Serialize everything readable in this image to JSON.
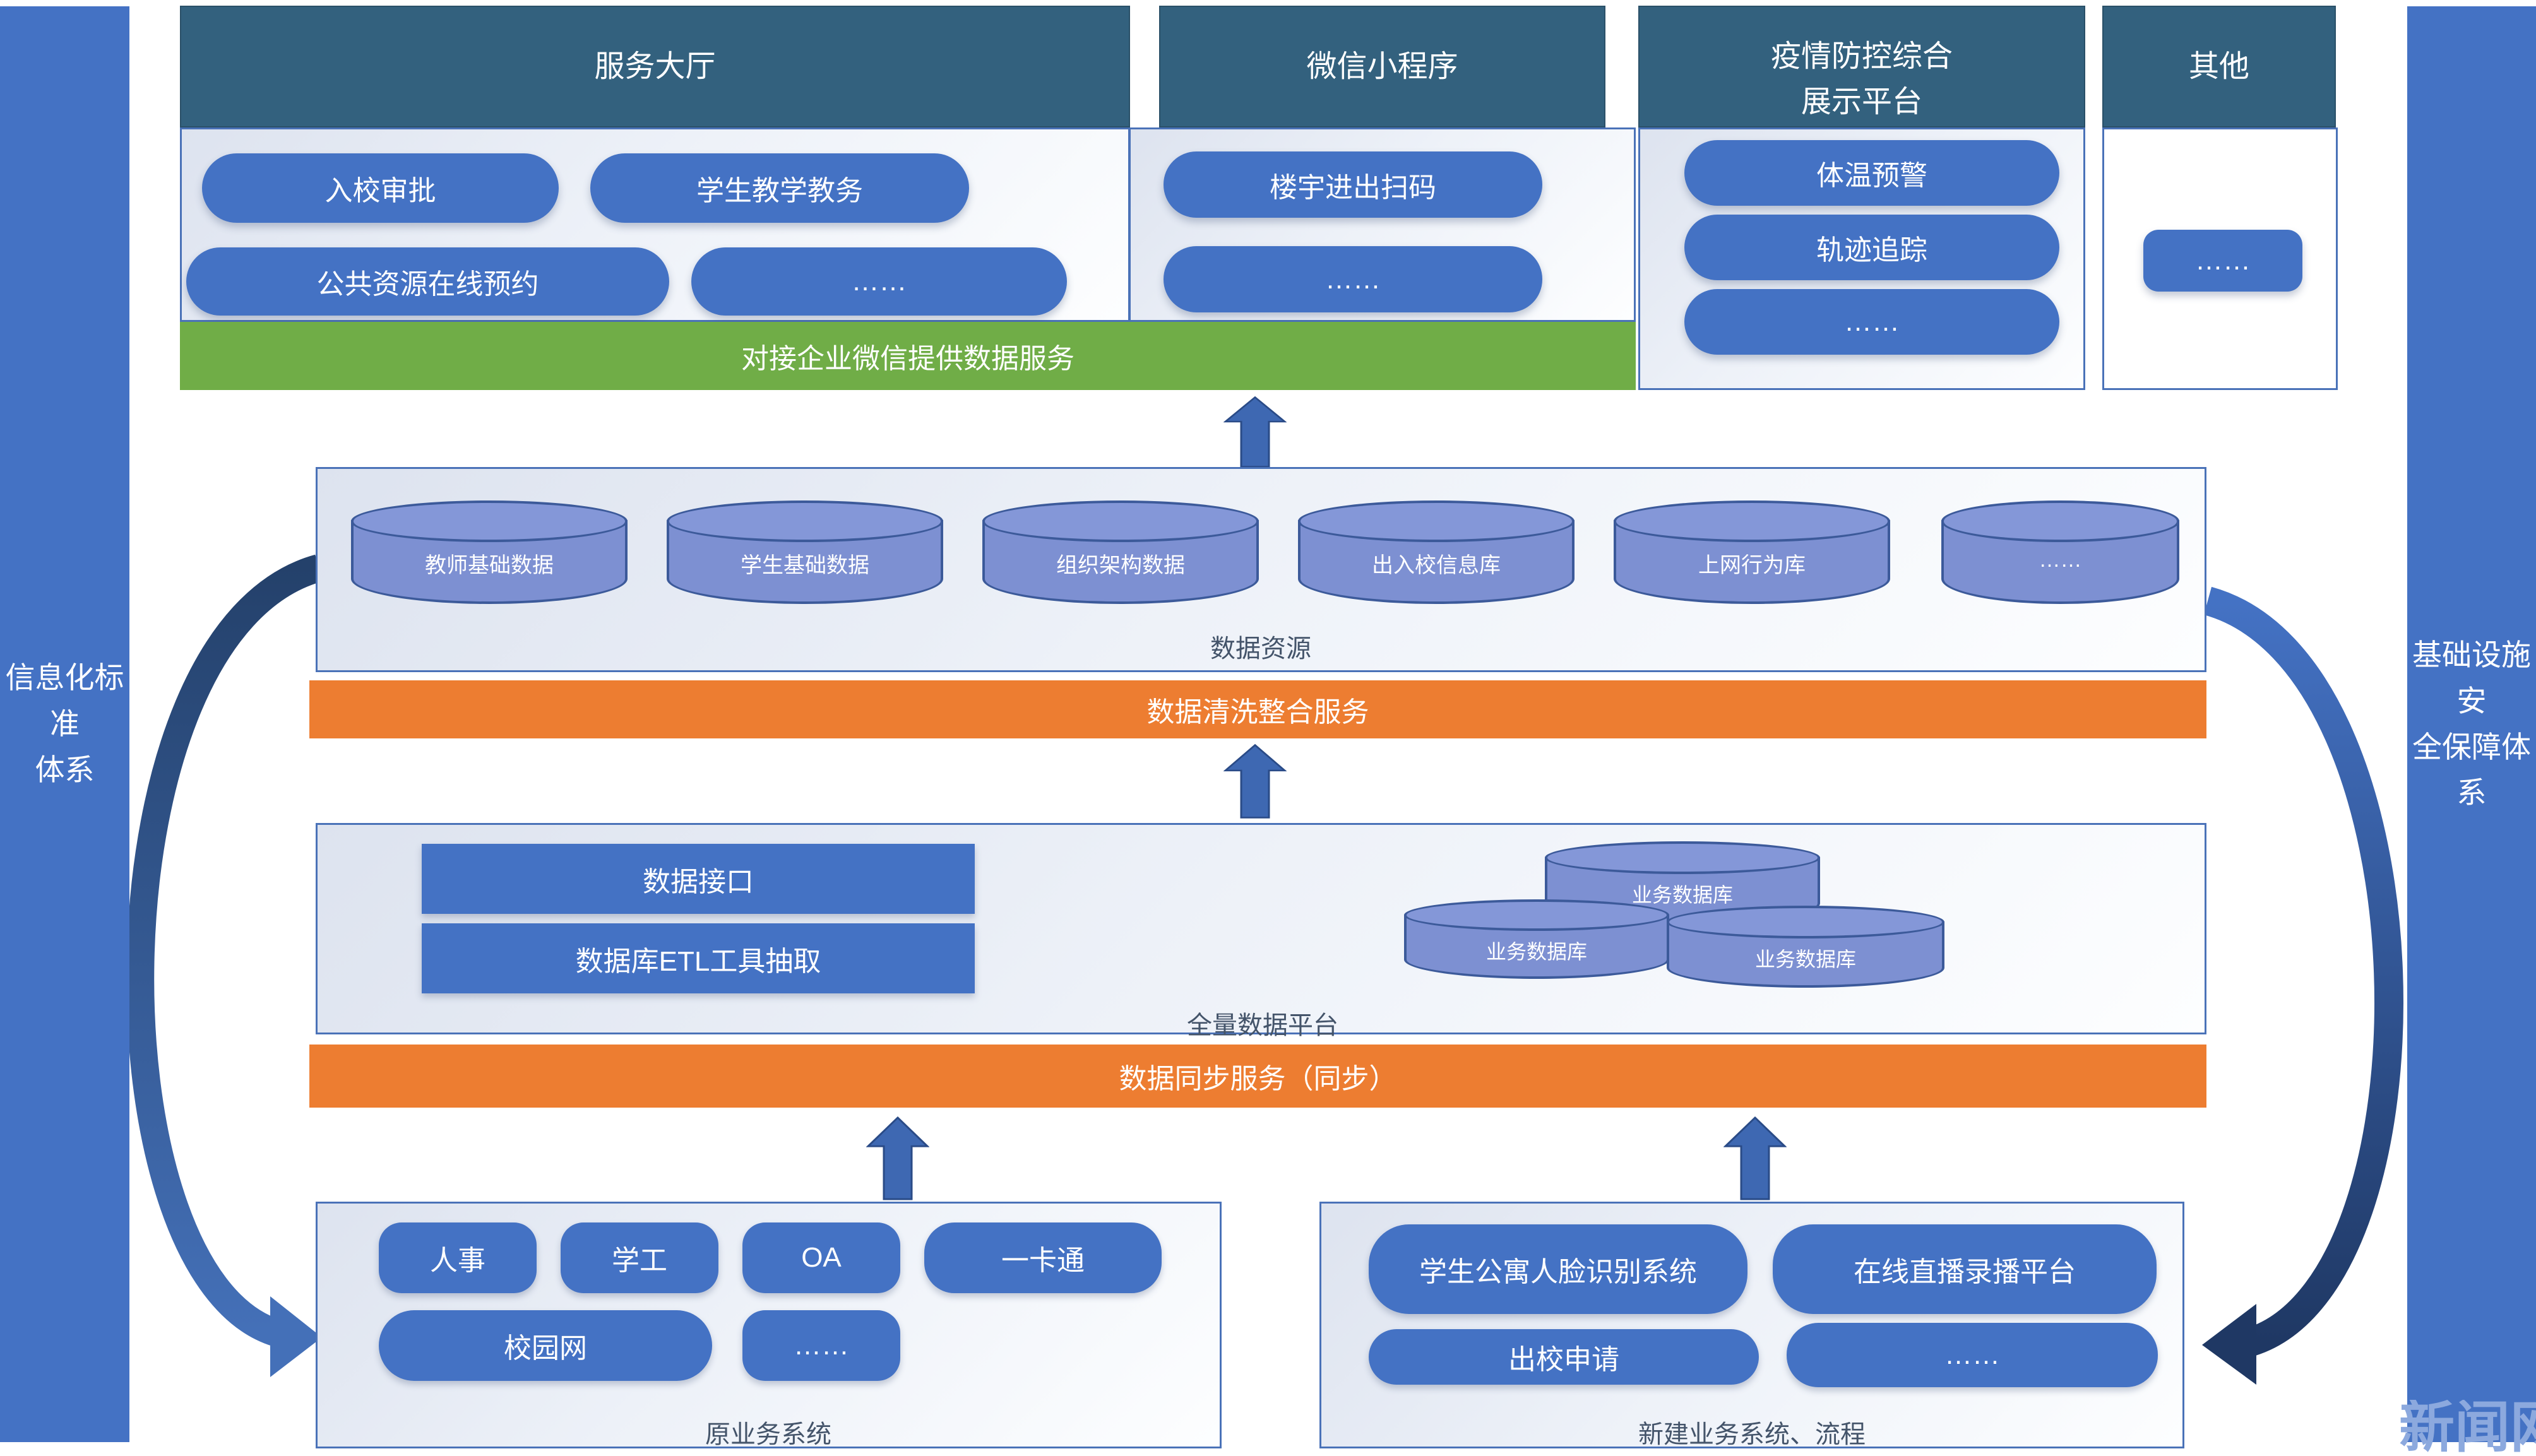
{
  "colors": {
    "teal_header": "#33617E",
    "pill_blue": "#4472C4",
    "cylinder_blue": "#7D90D2",
    "green_bar": "#70AD47",
    "orange_bar": "#ED7D31",
    "sidebar_blue": "#4472C4",
    "arrow_blue": "#3E68B2",
    "arc_dark_navy": "#1F3864",
    "label_dark": "#44546A",
    "watermark_blue": "#8CA9DE"
  },
  "sidebars": {
    "left": {
      "line1": "信息化标准",
      "line2": "体系"
    },
    "right": {
      "line1": "基础设施安",
      "line2": "全保障体系"
    }
  },
  "watermark": "新闻网",
  "top": {
    "service_hall": {
      "title": "服务大厅",
      "pills": [
        "入校审批",
        "学生教学教务",
        "公共资源在线预约",
        "……"
      ]
    },
    "wechat_mini": {
      "title": "微信小程序",
      "pills": [
        "楼宇进出扫码",
        "……"
      ]
    },
    "epidemic": {
      "title_line1": "疫情防控综合",
      "title_line2": "展示平台",
      "pills": [
        "体温预警",
        "轨迹追踪",
        "……"
      ]
    },
    "other": {
      "title": "其他",
      "pills": [
        "……"
      ]
    },
    "green_bar": "对接企业微信提供数据服务"
  },
  "data_resources": {
    "label": "数据资源",
    "cylinders": [
      "教师基础数据",
      "学生基础数据",
      "组织架构数据",
      "出入校信息库",
      "上网行为库",
      "……"
    ]
  },
  "cleaning_bar": "数据清洗整合服务",
  "full_data_platform": {
    "label": "全量数据平台",
    "rects": [
      "数据接口",
      "数据库ETL工具抽取"
    ],
    "cylinders": [
      "业务数据库",
      "业务数据库",
      "业务数据库"
    ]
  },
  "sync_bar": "数据同步服务（同步）",
  "legacy_systems": {
    "label": "原业务系统",
    "buttons": [
      "人事",
      "学工",
      "OA",
      "一卡通",
      "校园网",
      "……"
    ]
  },
  "new_systems": {
    "label": "新建业务系统、流程",
    "buttons": [
      "学生公寓人脸识别系统",
      "在线直播录播平台",
      "出校申请",
      "……"
    ]
  }
}
